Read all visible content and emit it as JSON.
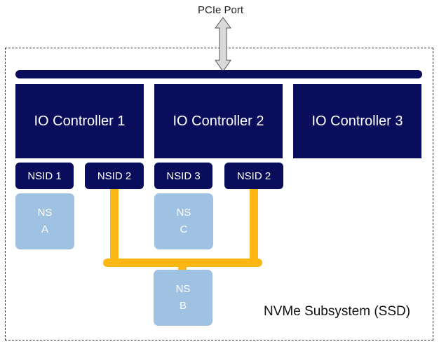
{
  "diagram": {
    "port_label": "PCIe Port",
    "subsystem_label": "NVMe Subsystem (SSD)",
    "controllers": [
      {
        "label": "IO Controller 1"
      },
      {
        "label": "IO Controller 2"
      },
      {
        "label": "IO Controller 3"
      }
    ],
    "nsids": [
      {
        "label": "NSID 1"
      },
      {
        "label": "NSID 2"
      },
      {
        "label": "NSID 3"
      },
      {
        "label": "NSID 2"
      }
    ],
    "namespaces": [
      {
        "line1": "NS",
        "line2": "A"
      },
      {
        "line1": "NS",
        "line2": "C"
      },
      {
        "line1": "NS",
        "line2": "B"
      }
    ],
    "colors": {
      "controller": "#0a0d5c",
      "namespace": "#9fc1e2",
      "shared_link": "#fdb714"
    }
  }
}
